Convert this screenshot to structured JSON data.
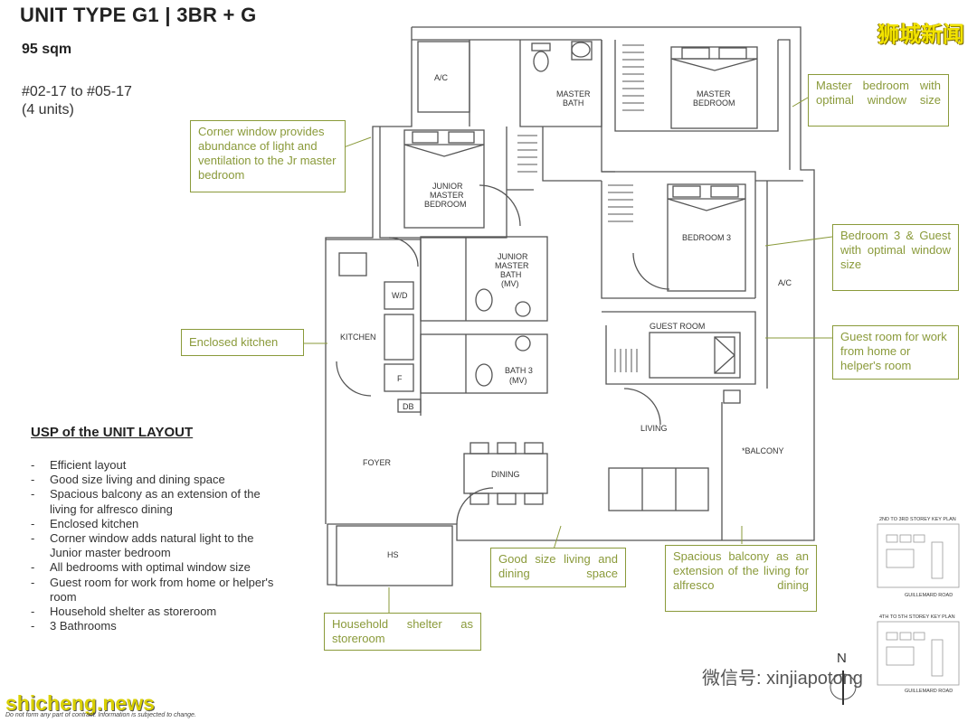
{
  "header": {
    "title": "UNIT TYPE G1 | 3BR + G",
    "area": "95 sqm",
    "unit_range": "#02-17 to #05-17",
    "unit_count": "(4 units)"
  },
  "watermark": {
    "brand": "狮城新闻",
    "site": "shicheng.news",
    "wechat": "微信号: xinjiapotong"
  },
  "callouts": {
    "master_bedroom": "Master bedroom with optimal window size",
    "corner_window": "Corner window provides abundance of light and ventilation to the Jr master bedroom",
    "bedroom3": "Bedroom 3 & Guest with optimal window size",
    "enclosed_kitchen": "Enclosed kitchen",
    "guest_room": "Guest room for work from home or helper's room",
    "living_dining": "Good size living and dining space",
    "balcony": "Spacious balcony as an extension of the living for alfresco dining",
    "household_shelter": "Household shelter as storeroom"
  },
  "usp": {
    "title": "USP of the UNIT LAYOUT",
    "items": [
      "Efficient layout",
      "Good size living and dining space",
      "Spacious balcony as an extension of the living for alfresco dining",
      "Enclosed kitchen",
      "Corner window adds natural light to the Junior master bedroom",
      "All bedrooms with optimal window size",
      "Guest room for work from home or helper's room",
      "Household shelter as storeroom",
      "3 Bathrooms"
    ]
  },
  "rooms": {
    "ac_top": "A/C",
    "master_bath_1": "MASTER",
    "master_bath_2": "BATH",
    "master_bed_1": "MASTER",
    "master_bed_2": "BEDROOM",
    "junior_bed_1": "JUNIOR",
    "junior_bed_2": "MASTER",
    "junior_bed_3": "BEDROOM",
    "junior_bath_1": "JUNIOR",
    "junior_bath_2": "MASTER",
    "junior_bath_3": "BATH",
    "junior_bath_4": "(MV)",
    "bedroom3": "BEDROOM 3",
    "ac_right": "A/C",
    "guest_room": "GUEST ROOM",
    "kitchen": "KITCHEN",
    "wd": "W/D",
    "fridge": "F",
    "db": "DB",
    "bath3_1": "BATH 3",
    "bath3_2": "(MV)",
    "living": "LIVING",
    "foyer": "FOYER",
    "dining": "DINING",
    "balcony": "*BALCONY",
    "hs": "HS"
  },
  "key_plan": {
    "label_top": "2ND TO 3RD STOREY KEY PLAN",
    "label_bottom": "4TH TO 5TH STOREY KEY PLAN",
    "road_top": "GUILLEMARD ROAD",
    "road_bottom": "GUILLEMARD ROAD",
    "north": "N"
  },
  "disclaimer": "Do not form any part of contract. Information is subjected to change.",
  "colors": {
    "callout": "#8a9a3a",
    "brand_yellow": "#f2e300",
    "wall": "#555555"
  }
}
